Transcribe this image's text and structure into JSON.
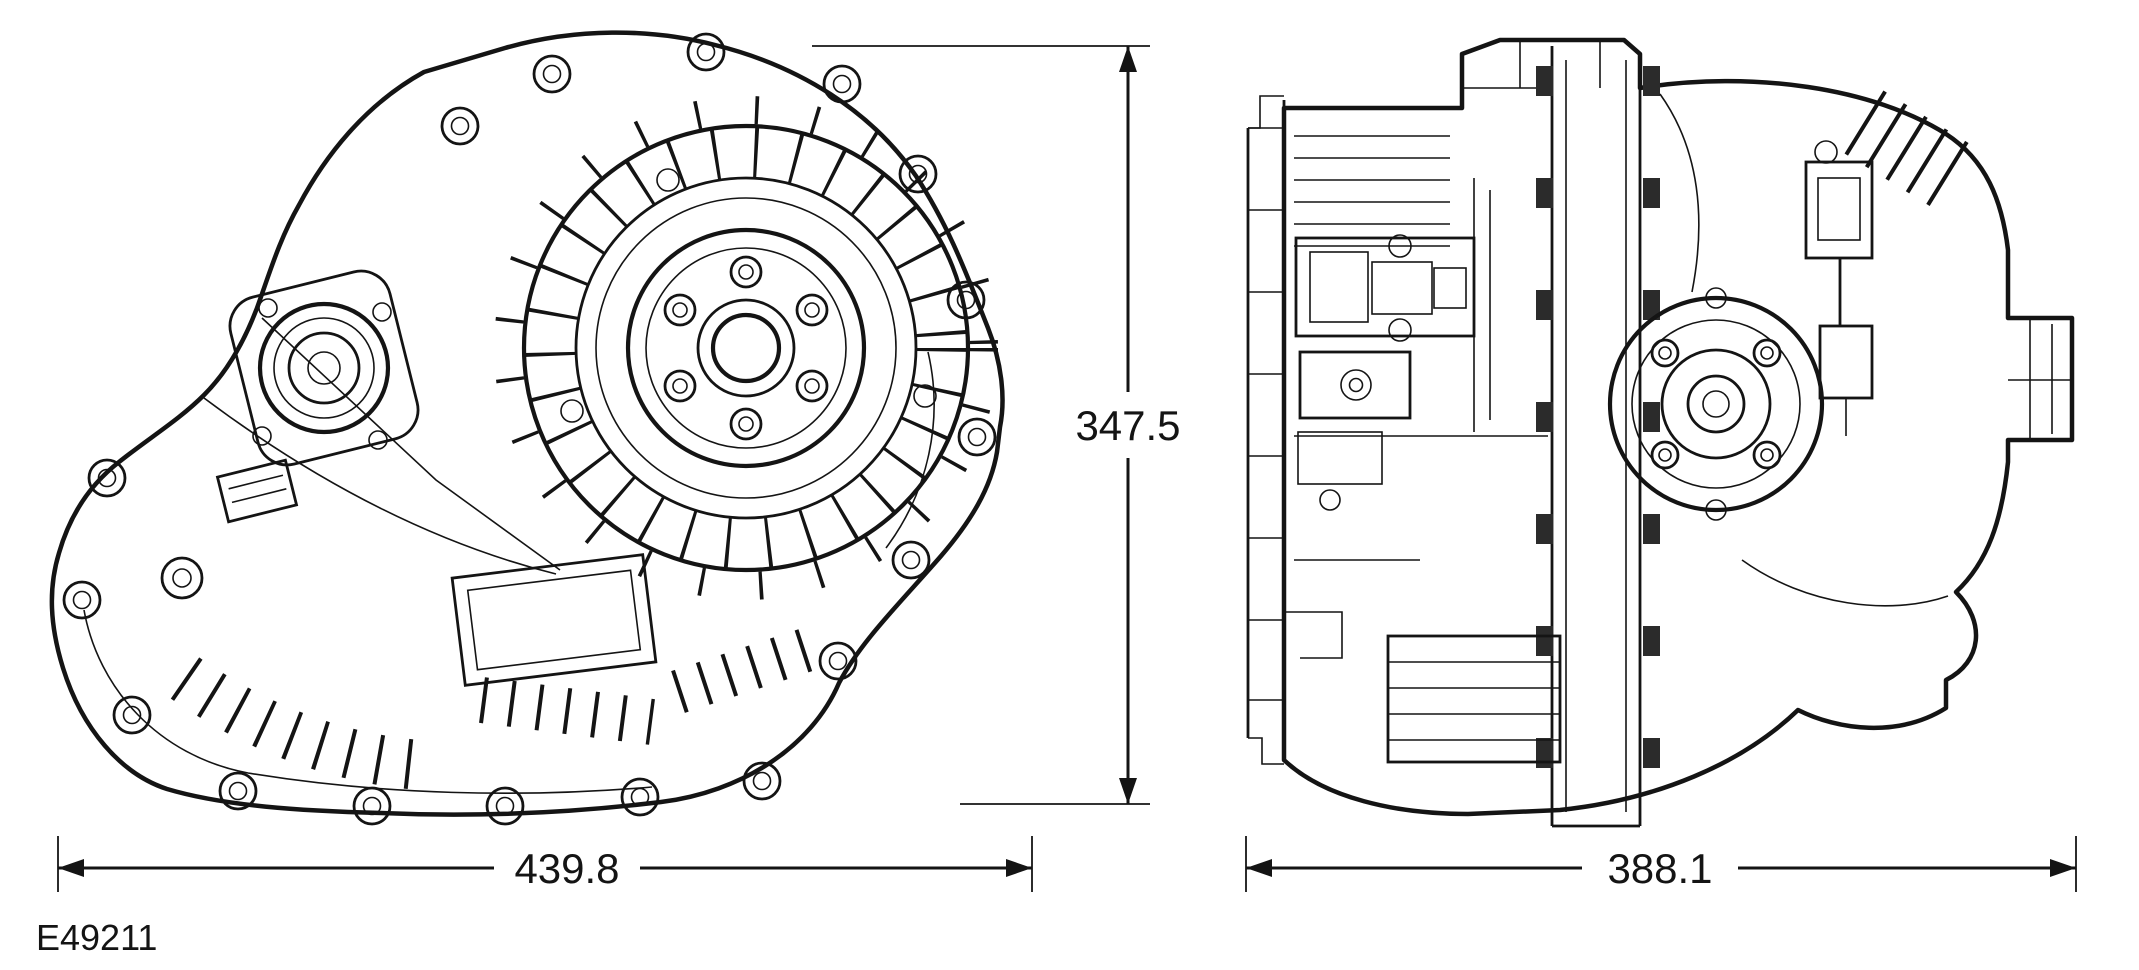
{
  "figure": {
    "code": "E49211"
  },
  "dimensions": {
    "front_view_height_mm": "347.5",
    "front_view_width_mm": "439.8",
    "side_view_width_mm": "388.1"
  },
  "colors": {
    "background": "#ffffff",
    "line": "#141414"
  }
}
